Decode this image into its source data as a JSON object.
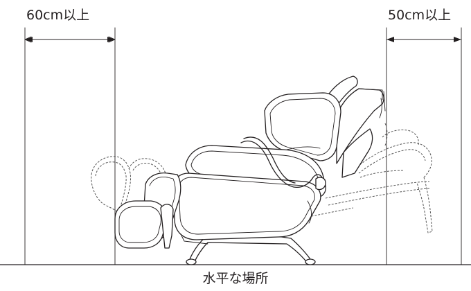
{
  "labels": {
    "left_clearance": "60cm以上",
    "right_clearance": "50cm以上",
    "floor": "水平な場所"
  }
}
